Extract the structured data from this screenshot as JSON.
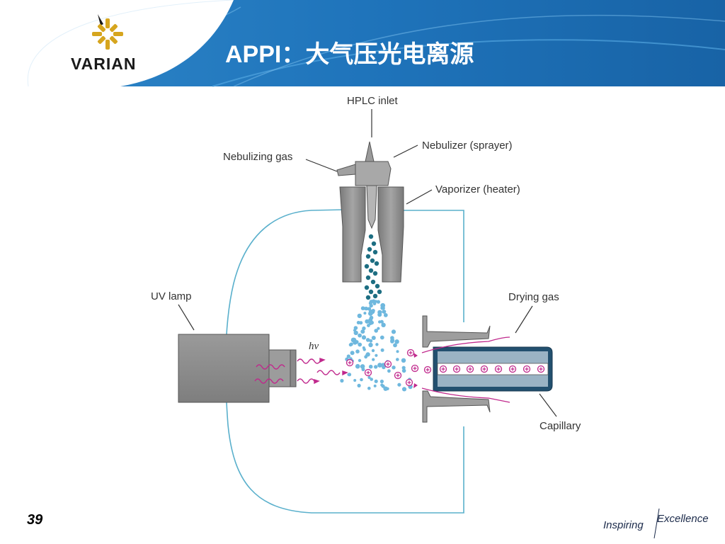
{
  "header": {
    "title": "APPI：大气压光电离源",
    "brand": "VARIAN"
  },
  "diagram": {
    "labels": {
      "hplc_inlet": "HPLC inlet",
      "nebulizer": "Nebulizer (sprayer)",
      "nebulizing_gas": "Nebulizing gas",
      "vaporizer": "Vaporizer (heater)",
      "uv_lamp": "UV lamp",
      "drying_gas": "Drying gas",
      "capillary": "Capillary",
      "hv": "hv"
    }
  },
  "footer": {
    "page_number": "39",
    "tagline_1": "Inspiring",
    "tagline_2": "Excellence"
  },
  "colors": {
    "header_blue": "#1c6fb6",
    "header_light": "#4a9fd8",
    "apparatus_gray": "#8c8c8c",
    "droplet_dark": "#1d6e82",
    "droplet_light": "#6fb8de",
    "ion_pink": "#c0288c",
    "chamber_line": "#5ab0cc"
  }
}
